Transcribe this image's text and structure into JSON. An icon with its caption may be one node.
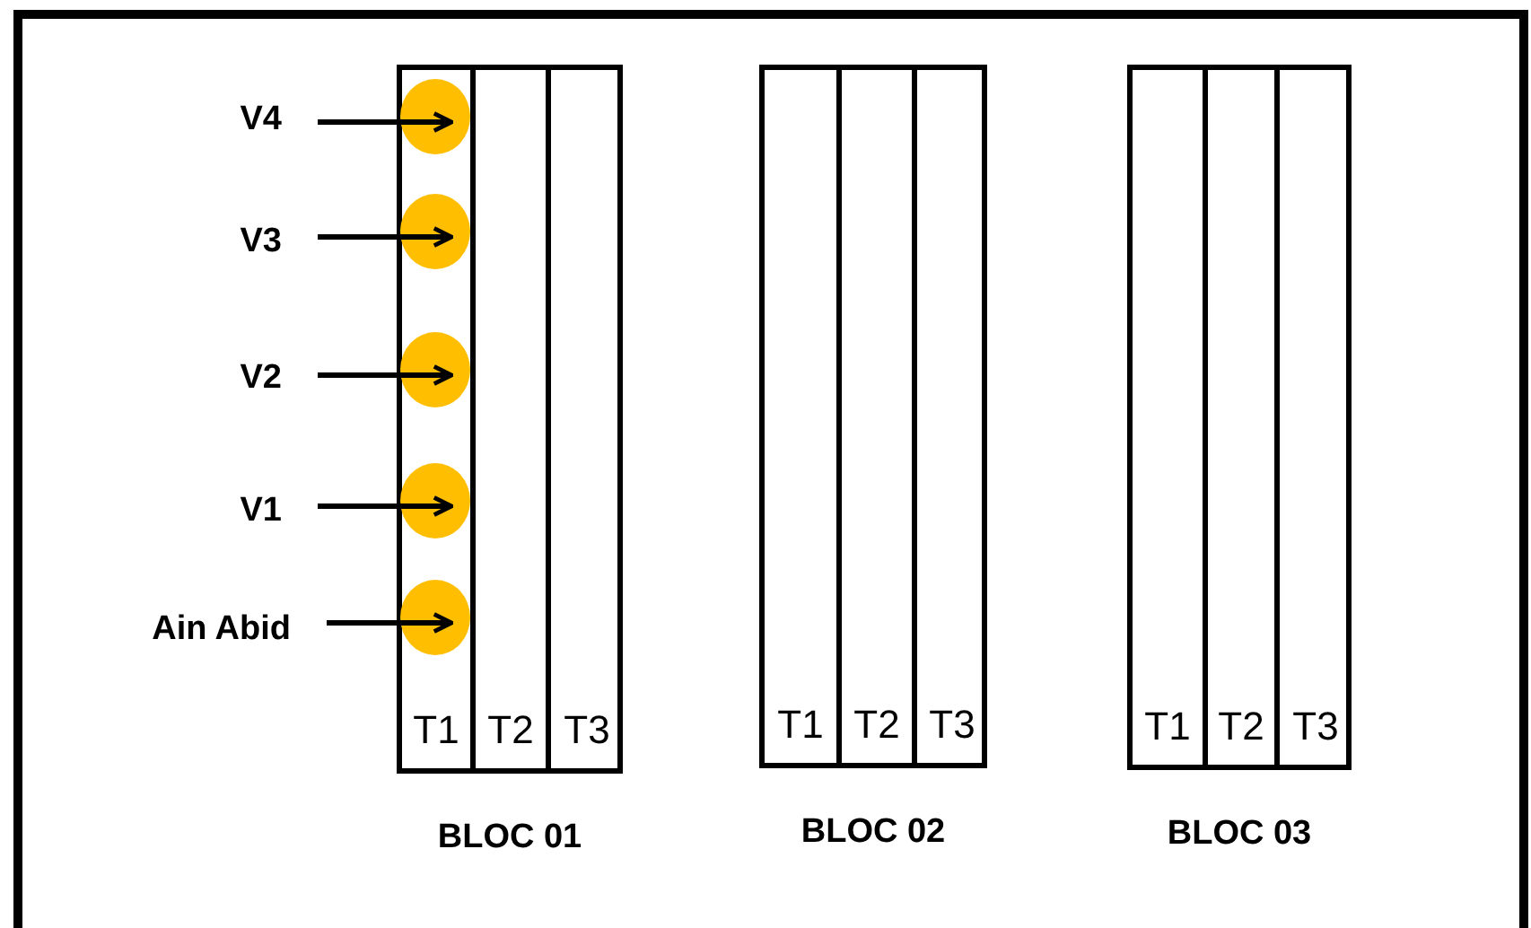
{
  "diagram": {
    "nodes": [
      {
        "text": [
          "BLOC 01"
        ]
      },
      {
        "text": [
          "T1"
        ],
        "in": 0
      },
      {
        "text": [
          "T2"
        ],
        "in": 0
      },
      {
        "text": [
          "T3"
        ],
        "in": 0
      },
      {
        "text": [],
        "shape": "circle",
        "in": 1
      },
      {
        "text": [],
        "shape": "circle",
        "in": 1
      },
      {
        "text": [],
        "shape": "circle",
        "in": 1
      },
      {
        "text": [],
        "shape": "circle",
        "in": 1
      },
      {
        "text": [],
        "shape": "circle",
        "in": 1
      },
      {
        "text": [
          "BLOC 02"
        ]
      },
      {
        "text": [
          "T1"
        ],
        "in": 9
      },
      {
        "text": [
          "T2"
        ],
        "in": 9
      },
      {
        "text": [
          "T3"
        ],
        "in": 9
      },
      {
        "text": [
          "BLOC 03"
        ]
      },
      {
        "text": [
          "T1"
        ],
        "in": 13
      },
      {
        "text": [
          "T2"
        ],
        "in": 13
      },
      {
        "text": [
          "T3"
        ],
        "in": 13
      },
      {
        "text": [
          "V4"
        ]
      },
      {
        "text": [
          "V3"
        ]
      },
      {
        "text": [
          "V2"
        ]
      },
      {
        "text": [
          "V1"
        ]
      },
      {
        "text": [
          "Ain Abid"
        ]
      }
    ],
    "edges": [
      {
        "from": 17,
        "to": 4,
        "arrow": "to"
      },
      {
        "from": 18,
        "to": 5,
        "arrow": "to"
      },
      {
        "from": 19,
        "to": 6,
        "arrow": "to"
      },
      {
        "from": 20,
        "to": 7,
        "arrow": "to"
      },
      {
        "from": 21,
        "to": 8,
        "arrow": "to"
      }
    ]
  }
}
